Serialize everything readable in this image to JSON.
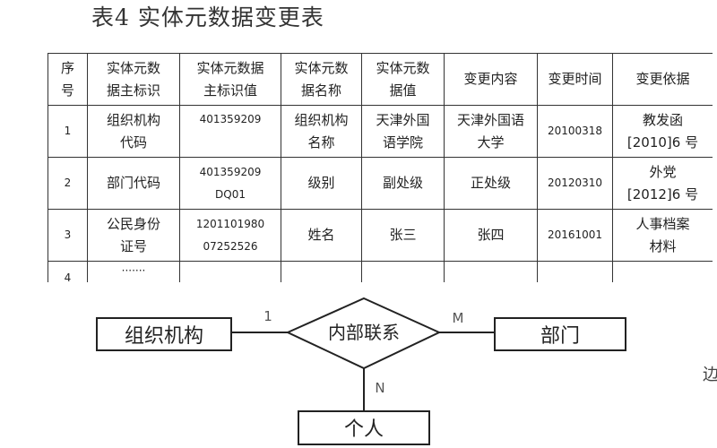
{
  "page": {
    "title": "表4 实体元数据变更表"
  },
  "table": {
    "headers": [
      "序\n号",
      "实体元数\n据主标识",
      "实体元数据\n主标识值",
      "实体元数\n据名称",
      "实体元数\n据值",
      "变更内容",
      "变更时间",
      "变更依据"
    ],
    "rows": [
      [
        "1",
        "组织机构\n代码",
        "401359209",
        "组织机构\n名称",
        "天津外国\n语学院",
        "天津外国语\n大学",
        "20100318",
        "教发函\n[2010]6 号"
      ],
      [
        "2",
        "部门代码",
        "401359209\nDQ01",
        "级别",
        "副处级",
        "正处级",
        "20120310",
        "外党\n[2012]6 号"
      ],
      [
        "3",
        "公民身份\n证号",
        "1201101980\n07252526",
        "姓名",
        "张三",
        "张四",
        "20161001",
        "人事档案\n材料"
      ],
      [
        "4",
        "·······",
        "",
        "",
        "",
        "",
        "",
        ""
      ]
    ]
  },
  "diagram": {
    "entities": {
      "org": "组织机构",
      "dept": "部门",
      "person": "个人"
    },
    "relationship": "内部联系",
    "cardinality": {
      "org_side": "1",
      "dept_side": "M",
      "person_side": "N"
    }
  },
  "edge_fragment": "边"
}
